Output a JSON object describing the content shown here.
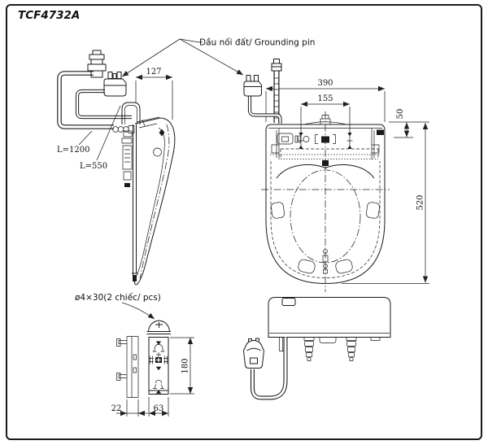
{
  "title": "TCF4732A",
  "labels": {
    "grounding_pin": "Đầu nối đất/ Grounding pin",
    "hose_length": "L=1200",
    "cord_length": "L=550",
    "screw_note": "ø4×30(2 chiếc/ pcs)"
  },
  "dimensions": {
    "depth_top": "127",
    "width_overall": "390",
    "bolt_pitch": "155",
    "rear_offset": "50",
    "length_overall": "520",
    "plate_height": "180",
    "plate_depth": "22",
    "plate_width": "63"
  },
  "colors": {
    "line": "#1a1a1a",
    "dimension_line": "#222222",
    "background": "#ffffff"
  }
}
